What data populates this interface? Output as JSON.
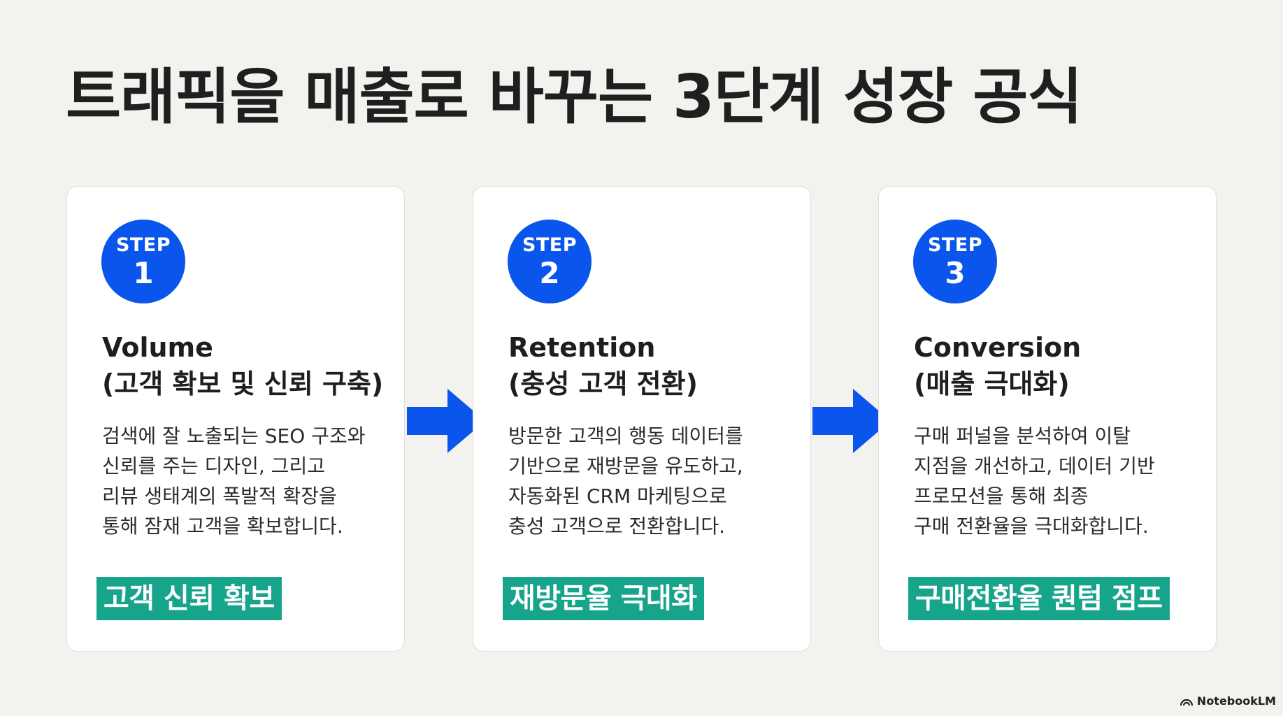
{
  "title": "트래픽을 매출로 바꾸는 3단계 성장 공식",
  "step_word": "STEP",
  "steps": [
    {
      "number": "1",
      "title": "Volume",
      "subtitle": "(고객 확보 및 신뢰 구축)",
      "body": "검색에 잘 노출되는 SEO 구조와\n신뢰를 주는 디자인, 그리고\n리뷰 생태계의 폭발적 확장을\n통해 잠재 고객을 확보합니다.",
      "highlight": "고객 신뢰 확보"
    },
    {
      "number": "2",
      "title": "Retention",
      "subtitle": "(충성 고객 전환)",
      "body": "방문한 고객의 행동 데이터를\n기반으로 재방문을 유도하고,\n자동화된 CRM 마케팅으로\n충성 고객으로 전환합니다.",
      "highlight": "재방문율 극대화"
    },
    {
      "number": "3",
      "title": "Conversion",
      "subtitle": "(매출 극대화)",
      "body": "구매 퍼널을 분석하여 이탈\n지점을 개선하고, 데이터 기반\n프로모션을 통해 최종\n구매 전환율을 극대화합니다.",
      "highlight": "구매전환율 퀀텀 점프"
    }
  ],
  "brand": "NotebookLM",
  "colors": {
    "accent_blue": "#0a55eb",
    "highlight_green": "#16a48a",
    "background": "#f3f2ef"
  }
}
